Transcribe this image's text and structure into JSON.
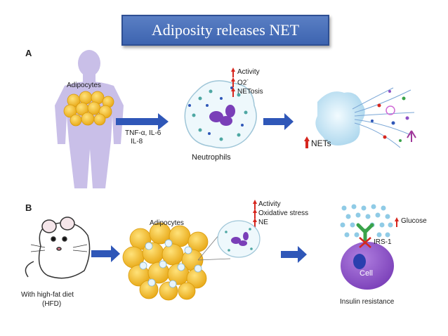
{
  "title": "Adiposity releases NET",
  "panel_a": {
    "label": "A",
    "adipocytes_label": "Adipocytes",
    "cytokines_line1": "TNF-α, IL-6",
    "cytokines_line2": "IL-8",
    "neutrophils_label": "Neutrophils",
    "effects": [
      "Activity",
      "O2",
      "NETosis"
    ],
    "o2_superscript": "-",
    "nets_label": "NETs"
  },
  "panel_b": {
    "label": "B",
    "mouse_caption_line1": "With high-fat diet",
    "mouse_caption_line2": "(HFD)",
    "adipocytes_label": "Adipocytes",
    "effects": [
      "Activity",
      "Oxidative stress",
      "NE"
    ],
    "glucose_label": "Glucose",
    "irs_label": "IRS-1",
    "cell_label": "Cell",
    "insulin_resistance_label": "Insulin resistance"
  },
  "colors": {
    "title_bg": "#3d64b0",
    "arrow": "#2f57b8",
    "body_silhouette": "#c9bfe8",
    "adipocyte": "#f3b81f",
    "up_arrow": "#d6261e",
    "cell": "#8e52c7",
    "glucose": "#8fcbe6"
  }
}
